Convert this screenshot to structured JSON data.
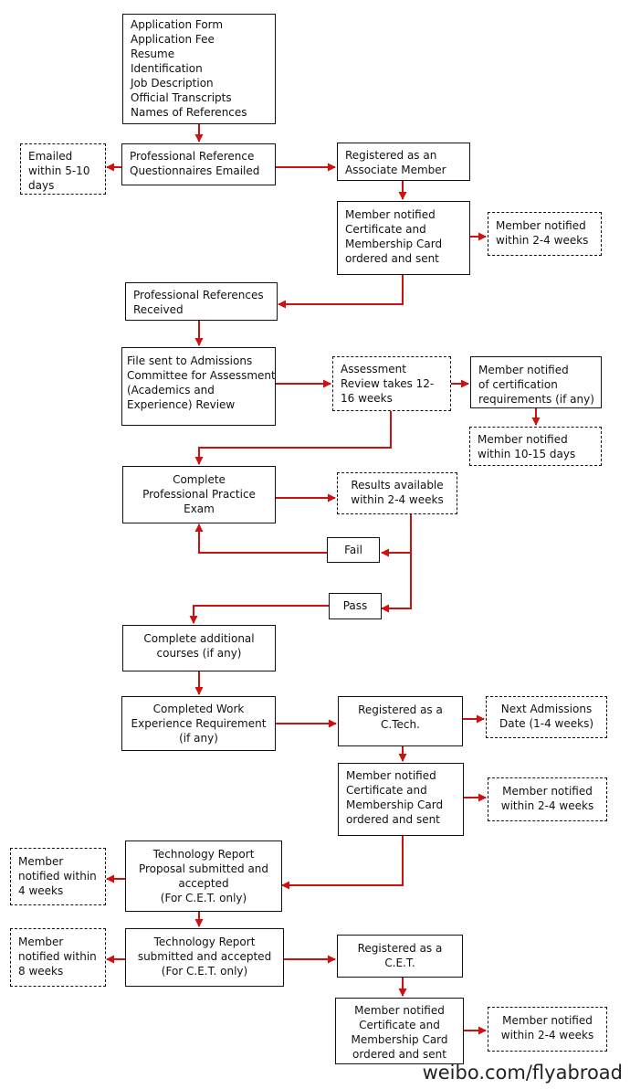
{
  "nodes": {
    "application": {
      "lines": [
        "Application Form",
        "Application Fee",
        "Resume",
        "Identification",
        "Job Description",
        "Official Transcripts",
        "Names of References"
      ]
    },
    "pro_ref_emailed": {
      "lines": [
        "Professional Reference",
        "Questionnaires Emailed"
      ]
    },
    "emailed_5_10": {
      "lines": [
        "Emailed",
        "within 5-10",
        "days"
      ]
    },
    "associate_member": {
      "lines": [
        "Registered as an",
        "Associate Member"
      ]
    },
    "notified_cert_1": {
      "lines": [
        "Member notified",
        "Certificate and",
        "Membership Card",
        "ordered and sent"
      ]
    },
    "notified_2_4_a": {
      "lines": [
        "Member notified",
        "within 2-4 weeks"
      ]
    },
    "pro_ref_received": {
      "lines": [
        "Professional References",
        "Received"
      ]
    },
    "file_sent": {
      "lines": [
        "File sent to Admissions",
        "Committee for Assessment",
        "(Academics and",
        "Experience) Review"
      ]
    },
    "assessment_review": {
      "lines": [
        "Assessment",
        "Review takes 12-",
        "16 weeks"
      ]
    },
    "notified_cert_req": {
      "lines": [
        "Member notified",
        "of certification",
        "requirements (if any)"
      ]
    },
    "notified_10_15": {
      "lines": [
        "Member notified",
        "within 10-15 days"
      ]
    },
    "ppe": {
      "lines": [
        "Complete",
        "Professional Practice",
        "Exam"
      ]
    },
    "results": {
      "lines": [
        "Results available",
        "within 2-4 weeks"
      ]
    },
    "fail": {
      "lines": [
        "Fail"
      ]
    },
    "pass": {
      "lines": [
        "Pass"
      ]
    },
    "additional_courses": {
      "lines": [
        "Complete additional",
        "courses (if any)"
      ]
    },
    "work_experience": {
      "lines": [
        "Completed Work",
        "Experience Requirement",
        "(if any)"
      ]
    },
    "ctech": {
      "lines": [
        "Registered as a",
        "C.Tech."
      ]
    },
    "next_admissions": {
      "lines": [
        "Next Admissions",
        "Date (1-4 weeks)"
      ]
    },
    "notified_cert_2": {
      "lines": [
        "Member notified",
        "Certificate and",
        "Membership Card",
        "ordered and sent"
      ]
    },
    "notified_2_4_b": {
      "lines": [
        "Member notified",
        "within 2-4 weeks"
      ]
    },
    "tech_proposal": {
      "lines": [
        "Technology Report",
        "Proposal submitted and",
        "accepted",
        "(For C.E.T. only)"
      ]
    },
    "notified_4": {
      "lines": [
        "Member",
        "notified within",
        "4 weeks"
      ]
    },
    "tech_report": {
      "lines": [
        "Technology Report",
        "submitted and accepted",
        "(For C.E.T. only)"
      ]
    },
    "notified_8": {
      "lines": [
        "Member",
        "notified within",
        "8 weeks"
      ]
    },
    "cet": {
      "lines": [
        "Registered as a",
        "C.E.T."
      ]
    },
    "notified_cert_3": {
      "lines": [
        "Member notified",
        "Certificate and",
        "Membership Card",
        "ordered and sent"
      ]
    },
    "notified_2_4_c": {
      "lines": [
        "Member notified",
        "within 2-4 weeks"
      ]
    }
  },
  "watermark": "weibo.com/flyabroad",
  "colors": {
    "arrow": "#cc1111",
    "border": "#111111"
  }
}
